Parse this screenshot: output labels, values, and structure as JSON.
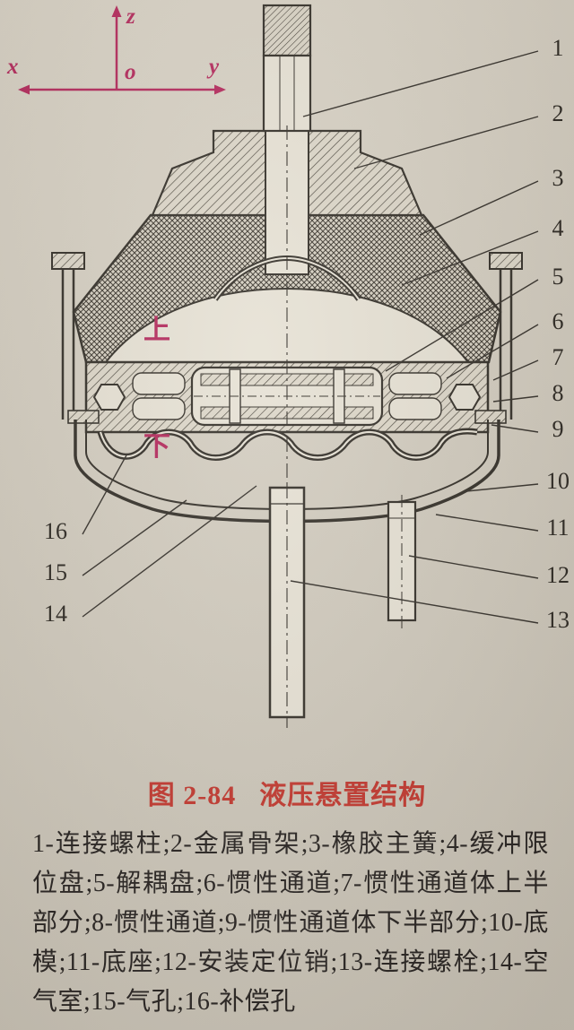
{
  "axes": {
    "x": "x",
    "y": "y",
    "z": "z",
    "origin": "o"
  },
  "orientation": {
    "up": "上",
    "down": "下"
  },
  "callouts": {
    "right": [
      "1",
      "2",
      "3",
      "4",
      "5",
      "6",
      "7",
      "8",
      "9",
      "10",
      "11",
      "12",
      "13"
    ],
    "left": [
      "16",
      "15",
      "14"
    ]
  },
  "caption": {
    "figure_no": "图 2-84",
    "title": "液压悬置结构"
  },
  "legend_text": "1-连接螺柱;2-金属骨架;3-橡胶主簧;4-缓冲限位盘;5-解耦盘;6-惯性通道;7-惯性通道体上半部分;8-惯性通道;9-惯性通道体下半部分;10-底模;11-底座;12-安装定位销;13-连接螺栓;14-空气室;15-气孔;16-补偿孔",
  "colors": {
    "paper": "#d3cdc0",
    "ink": "#332f28",
    "accent_magenta": "#b42a5c",
    "caption_red": "#c2372e"
  }
}
